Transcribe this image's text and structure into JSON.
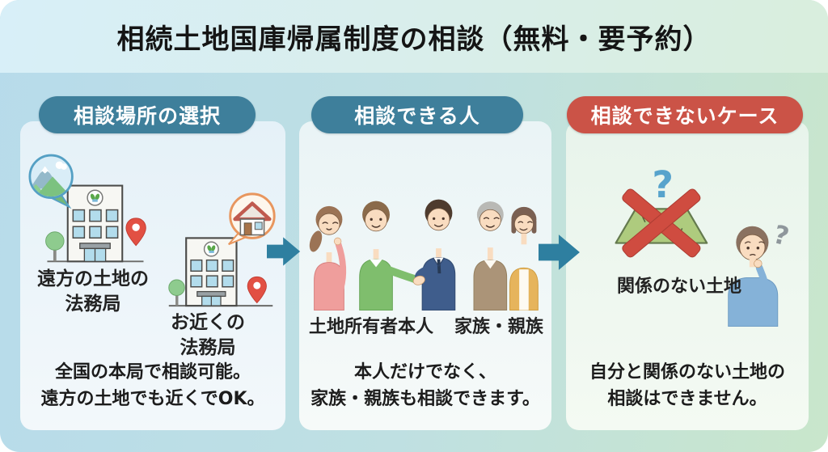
{
  "title": "相続土地国庫帰属制度の相談（無料・要予約）",
  "panels": {
    "place": {
      "header": "相談場所の選択",
      "far_office_label": "遠方の土地の\n法務局",
      "near_office_label": "お近くの\n法務局",
      "caption": "全国の本局で相談可能。\n遠方の土地でも近くでOK。"
    },
    "people": {
      "header": "相談できる人",
      "owner_label": "土地所有者本人",
      "family_label": "家族・親族",
      "caption": "本人だけでなく、\n家族・親族も相談できます。"
    },
    "ng": {
      "header": "相談できないケース",
      "land_label": "関係のない土地",
      "land_question_mark": "?",
      "man_question_mark": "?",
      "caption": "自分と関係のない土地の\n相談はできません。"
    }
  },
  "colors": {
    "header_teal": "#3e7f9b",
    "header_red": "#cb5347",
    "arrow_teal": "#2e7fa0",
    "pin_red": "#e25043",
    "cross_red": "#cf4c40",
    "land_green": "#aecb7e",
    "background_left": "#b7dbeb",
    "background_right": "#c9e6cb",
    "title_text": "#151515"
  }
}
